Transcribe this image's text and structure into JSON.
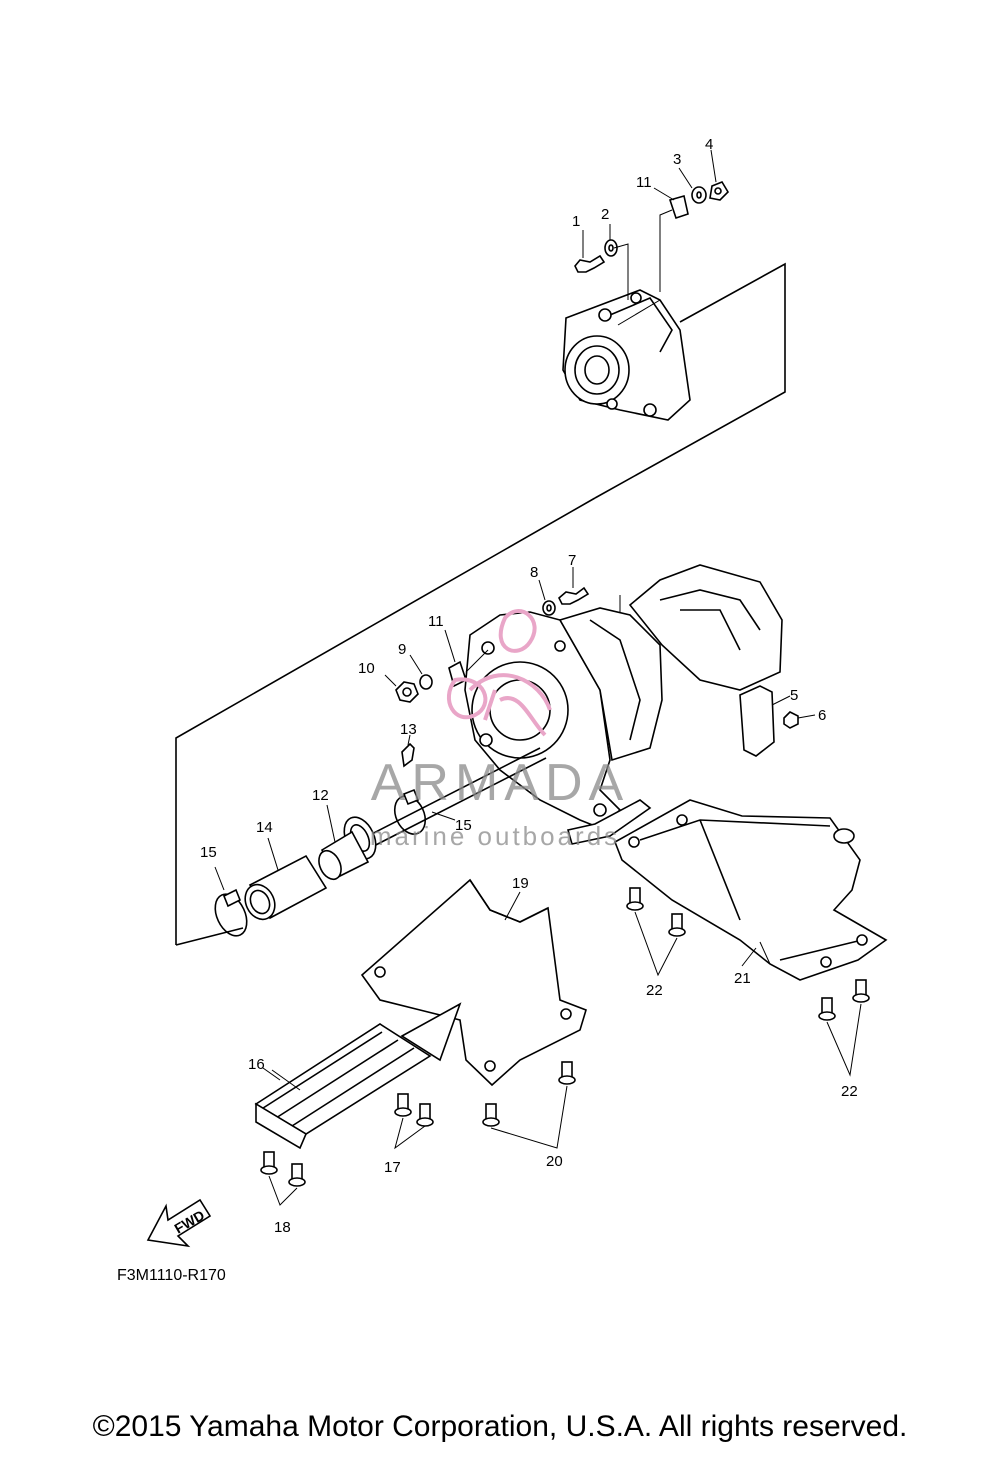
{
  "diagram": {
    "code": "F3M1110-R170",
    "fwd_label": "FWD",
    "callouts": {
      "c1": "1",
      "c2": "2",
      "c3": "3",
      "c4": "4",
      "c5": "5",
      "c6": "6",
      "c7": "7",
      "c8": "8",
      "c9": "9",
      "c10": "10",
      "c11a": "11",
      "c11b": "11",
      "c12": "12",
      "c13": "13",
      "c14": "14",
      "c15a": "15",
      "c15b": "15",
      "c16": "16",
      "c17": "17",
      "c18": "18",
      "c19": "19",
      "c20": "20",
      "c21": "21",
      "c22a": "22",
      "c22b": "22"
    }
  },
  "watermark": {
    "title": "ARMADA",
    "subtitle": "marine outboards",
    "logo_color": "#e9a6c8"
  },
  "footer": {
    "copyright": "©2015 Yamaha Motor Corporation, U.S.A. All rights reserved."
  }
}
